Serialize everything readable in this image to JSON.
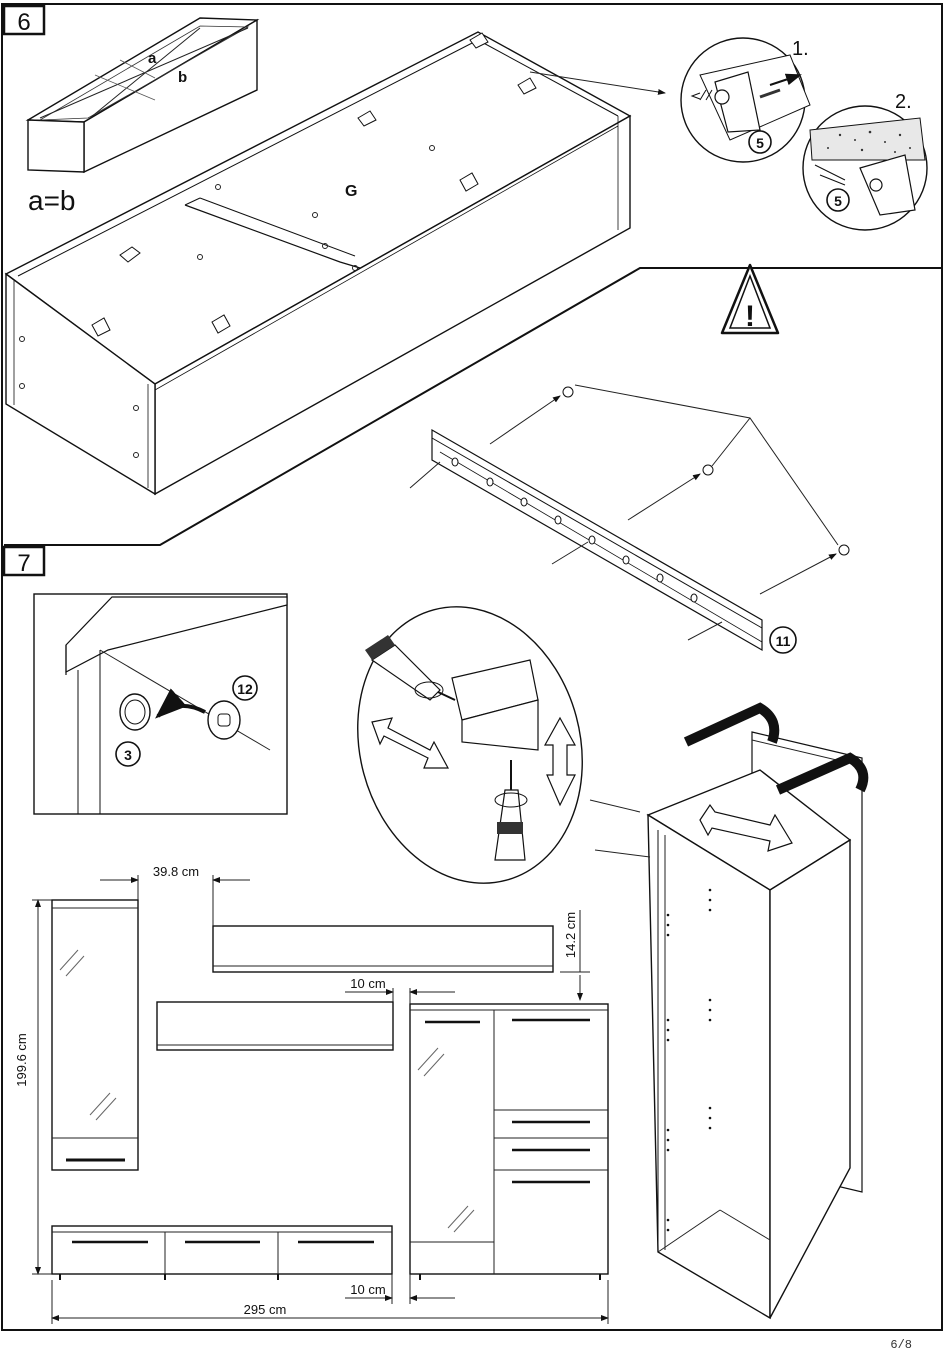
{
  "steps": {
    "step6": "6",
    "step7": "7"
  },
  "step6": {
    "label_a": "a",
    "label_b": "b",
    "equation": "a=b",
    "panel_letter": "G",
    "callout1": "1.",
    "callout2": "2.",
    "part_5a": "5",
    "part_5b": "5",
    "warning_symbol": "!",
    "part_11": "11"
  },
  "step7": {
    "part_12": "12",
    "part_3": "3"
  },
  "dimensions": {
    "d1": "39.8 cm",
    "d2": "14.2 cm",
    "d3": "10 cm",
    "d4": "199.6 cm",
    "d5": "10 cm",
    "d6": "295 cm"
  },
  "footer": {
    "page": "6/8"
  },
  "icons": [
    "warning-triangle-icon",
    "double-arrow-icon",
    "screwdriver-icon",
    "curved-arrow-icon"
  ]
}
